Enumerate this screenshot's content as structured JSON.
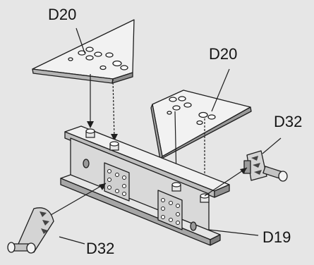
{
  "labels": {
    "plate_left": "D20",
    "plate_right": "D20",
    "joint_right": "D32",
    "joint_left": "D32",
    "beam": "D19"
  },
  "colors": {
    "background": "#e6e6e6",
    "line": "#1e1e1e",
    "face_light": "#f2f2f2",
    "face_mid": "#c9c9c9",
    "face_dark": "#9c9c9c"
  }
}
